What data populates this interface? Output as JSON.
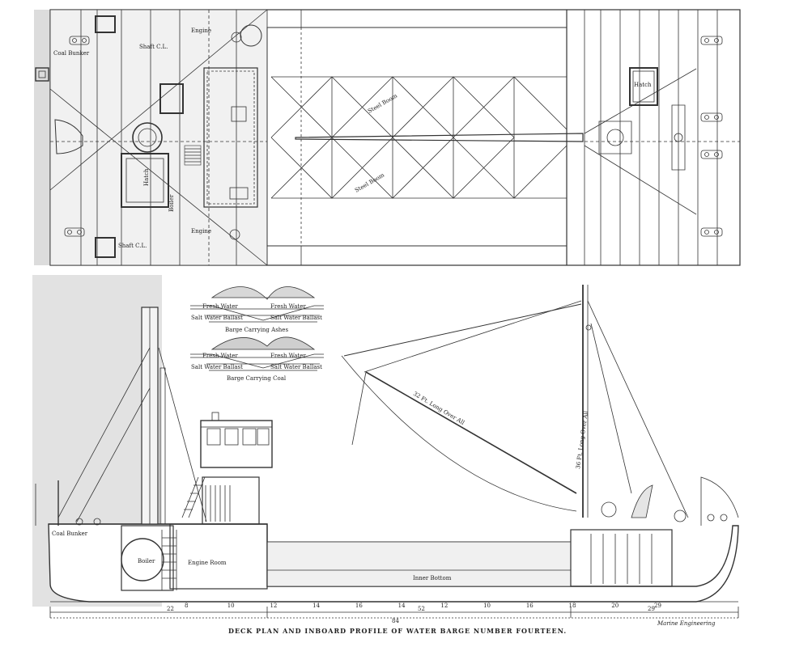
{
  "caption": "DECK PLAN AND INBOARD PROFILE OF WATER BARGE NUMBER FOURTEEN.",
  "credit": "Marine Engineering",
  "deck_plan": {
    "labels": {
      "coal_bunker": "Coal Bunker",
      "shaft_cl_top": "Shaft C.L.",
      "engine_top": "Engine",
      "hatch_left": "Hatch",
      "boiler": "Boiler",
      "engine_bottom": "Engine",
      "shaft_cl_bottom": "Shaft C.L.",
      "steel_boom_top": "Steel Boom",
      "steel_boom_bottom": "Steel Boom",
      "hatch_right": "Hatch"
    }
  },
  "inset": {
    "ashes": {
      "fresh_left": "Fresh Water",
      "fresh_right": "Fresh Water",
      "ballast_left": "Salt Water Ballast",
      "ballast_right": "Salt Water Ballast",
      "caption": "Barge Carrying Ashes"
    },
    "coal": {
      "fresh_left": "Fresh Water",
      "fresh_right": "Fresh Water",
      "ballast_left": "Salt Water Ballast",
      "ballast_right": "Salt Water Ballast",
      "caption": "Barge Carrying Coal"
    }
  },
  "profile": {
    "labels": {
      "coal_bunker": "Coal Bunker",
      "boiler": "Boiler",
      "engine_room": "Engine Room",
      "inner_bottom": "Inner Bottom",
      "boom_length": "32 Ft. Long Over All",
      "mast_length": "36 Ft. Long Over All"
    },
    "dims": {
      "d1": "22",
      "d2": "52",
      "d3": "29",
      "overall": "84"
    },
    "frames": [
      "8",
      "10",
      "12",
      "14",
      "16",
      "14",
      "12",
      "10",
      "16",
      "18",
      "20",
      "29"
    ]
  }
}
